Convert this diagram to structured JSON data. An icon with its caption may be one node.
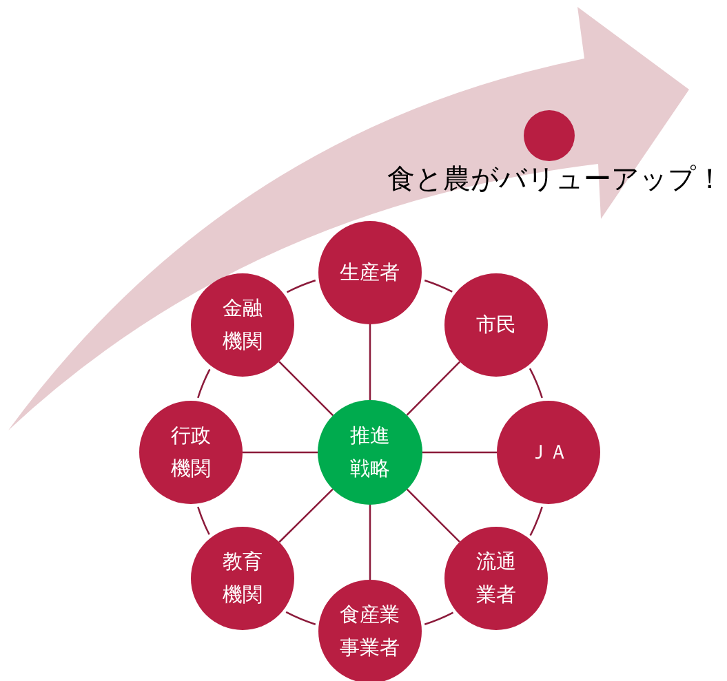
{
  "diagram": {
    "nodes": [
      {
        "text": [],
        "shape": "circle",
        "beside": [
          "食と農がバリューアップ！"
        ]
      },
      {
        "text": [
          "生産者"
        ]
      },
      {
        "text": [
          "金融機関"
        ]
      },
      {
        "text": [
          "市民"
        ]
      },
      {
        "text": [
          "行政機関"
        ]
      },
      {
        "text": [
          "推進戦略"
        ]
      },
      {
        "text": [
          "ＪＡ"
        ]
      },
      {
        "text": [
          "教育機関"
        ]
      },
      {
        "text": [
          "流通業者"
        ]
      },
      {
        "text": [
          "食産業事業者"
        ]
      }
    ],
    "edges": [
      {
        "from": 5,
        "to": 1,
        "arrow": "none"
      },
      {
        "from": 5,
        "to": 3,
        "arrow": "none"
      },
      {
        "from": 5,
        "to": 6,
        "arrow": "none"
      },
      {
        "from": 5,
        "to": 8,
        "arrow": "none"
      },
      {
        "from": 5,
        "to": 9,
        "arrow": "none"
      },
      {
        "from": 5,
        "to": 7,
        "arrow": "none"
      },
      {
        "from": 5,
        "to": 4,
        "arrow": "none"
      },
      {
        "from": 5,
        "to": 2,
        "arrow": "none"
      },
      {
        "from": 1,
        "to": 3,
        "arrow": "none"
      },
      {
        "from": 3,
        "to": 6,
        "arrow": "none"
      },
      {
        "from": 6,
        "to": 8,
        "arrow": "none"
      },
      {
        "from": 8,
        "to": 9,
        "arrow": "none"
      },
      {
        "from": 9,
        "to": 7,
        "arrow": "none"
      },
      {
        "from": 7,
        "to": 4,
        "arrow": "none"
      },
      {
        "from": 4,
        "to": 2,
        "arrow": "none"
      },
      {
        "from": 2,
        "to": 1,
        "arrow": "none"
      }
    ]
  }
}
